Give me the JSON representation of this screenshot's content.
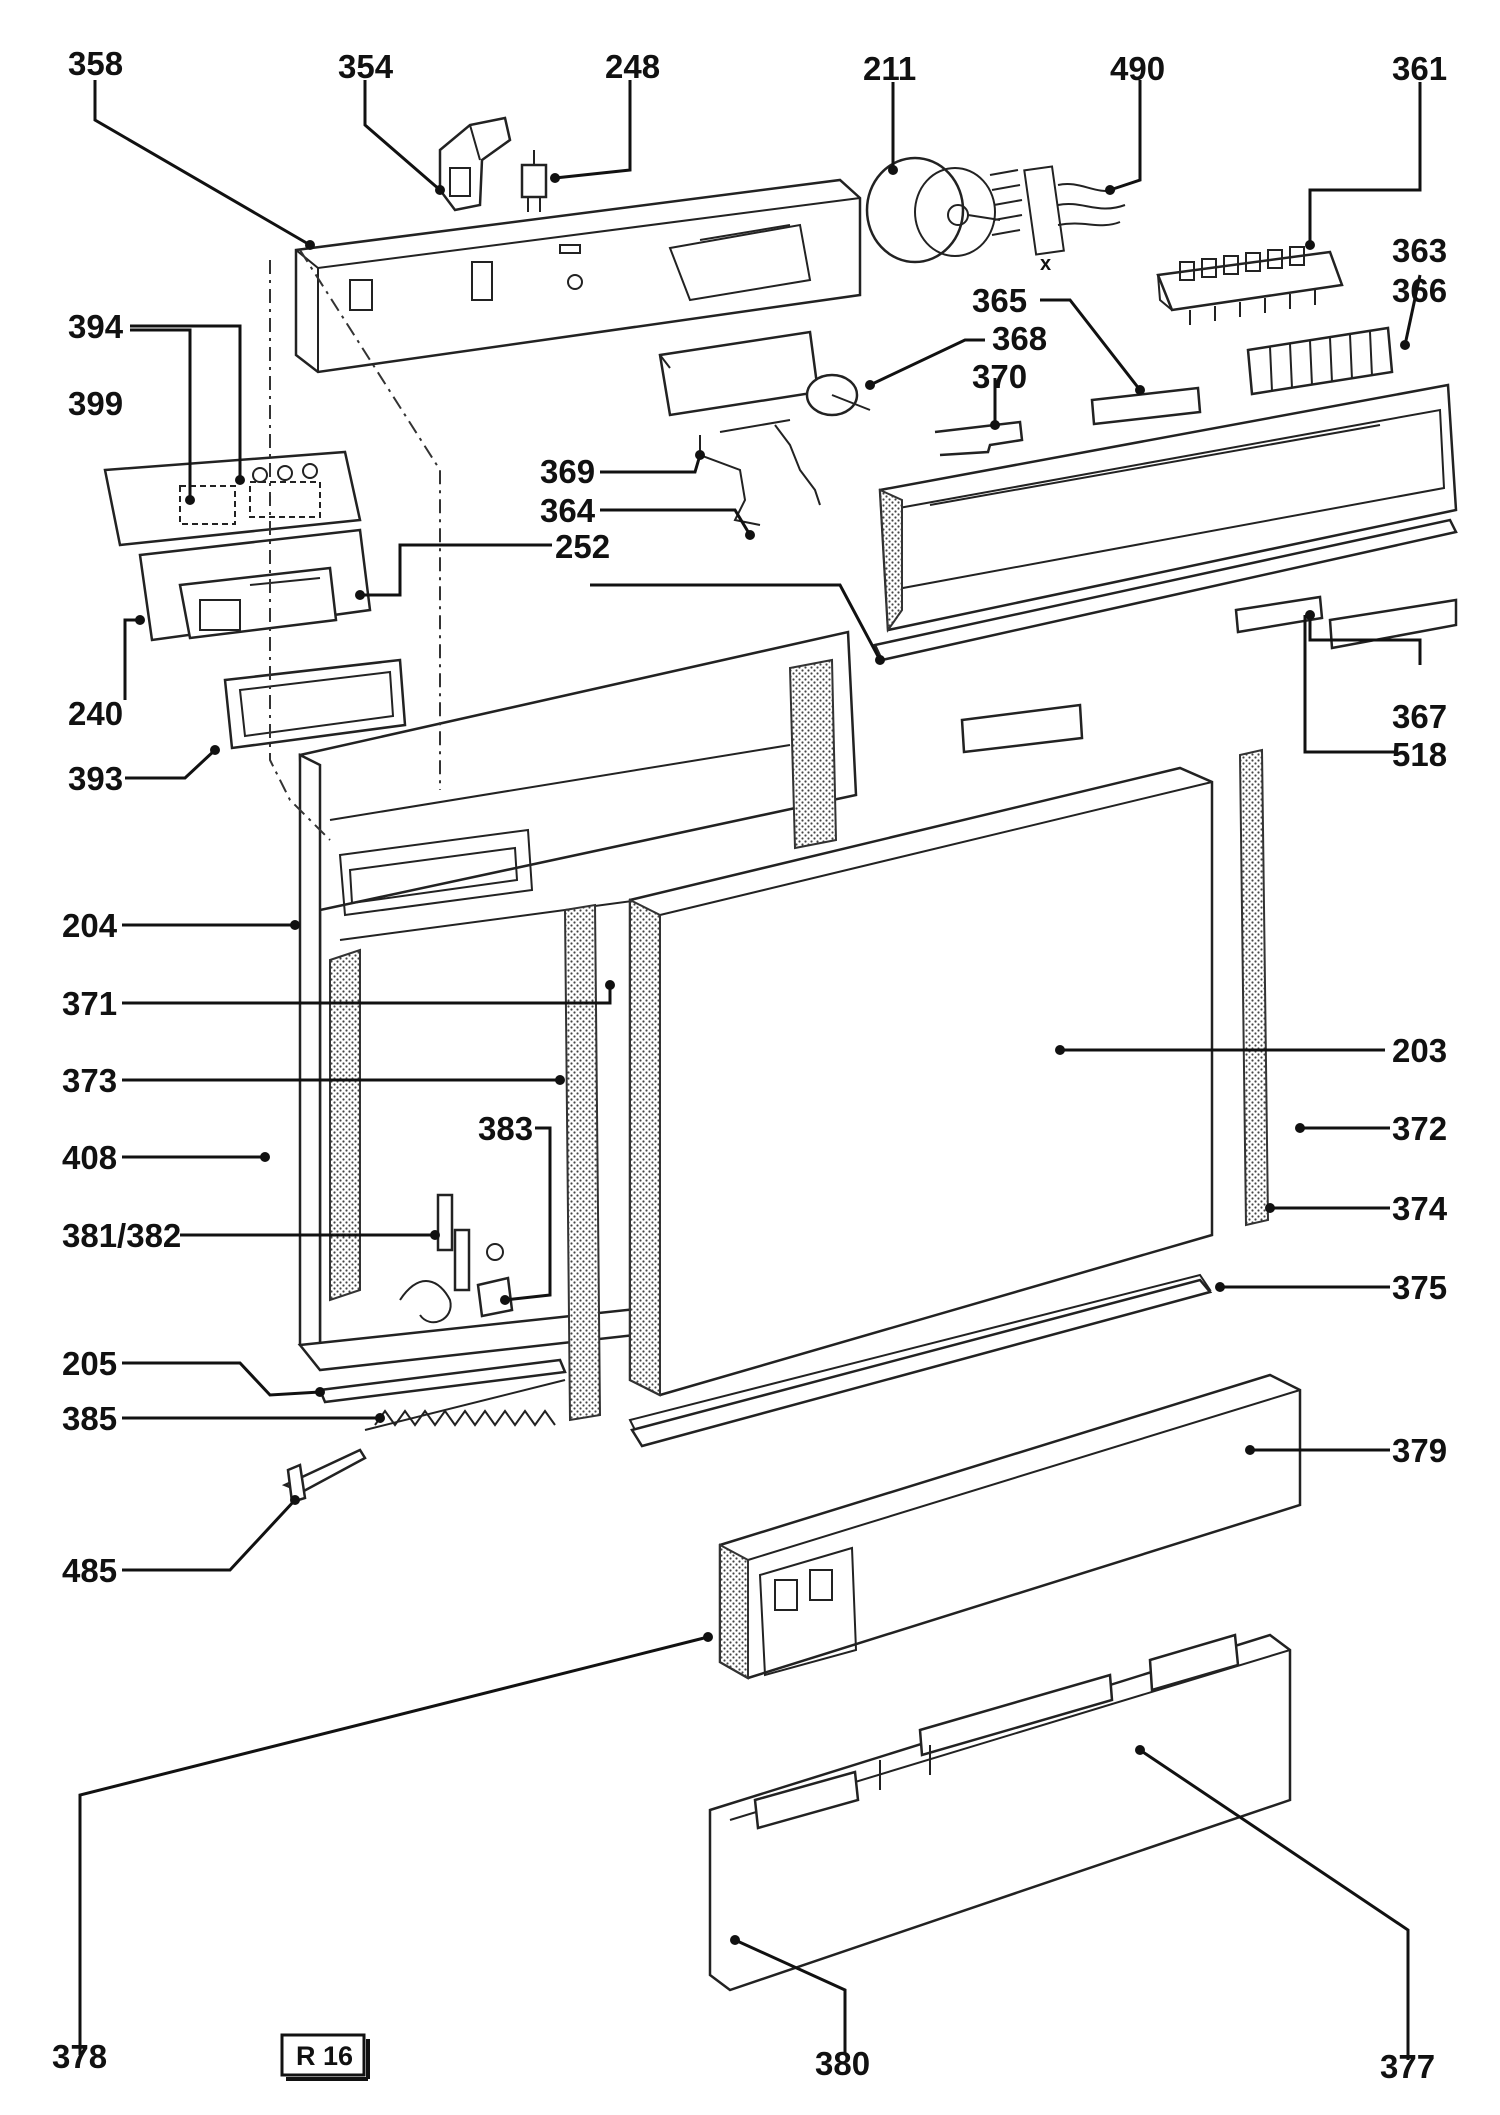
{
  "diagram": {
    "badge": "R 16",
    "labels": {
      "p358": "358",
      "p354": "354",
      "p248": "248",
      "p211": "211",
      "p490": "490",
      "p361": "361",
      "p363": "363",
      "p366": "366",
      "p365": "365",
      "p368": "368",
      "p370": "370",
      "p394": "394",
      "p399": "399",
      "p369": "369",
      "p364": "364",
      "p252": "252",
      "p240": "240",
      "p393": "393",
      "p367": "367",
      "p518": "518",
      "p204": "204",
      "p371": "371",
      "p203": "203",
      "p373": "373",
      "p383": "383",
      "p372": "372",
      "p408": "408",
      "p374": "374",
      "p381_382": "381/382",
      "p375": "375",
      "p205": "205",
      "p385": "385",
      "p379": "379",
      "p485": "485",
      "p378": "378",
      "p380": "380",
      "p377": "377"
    }
  }
}
